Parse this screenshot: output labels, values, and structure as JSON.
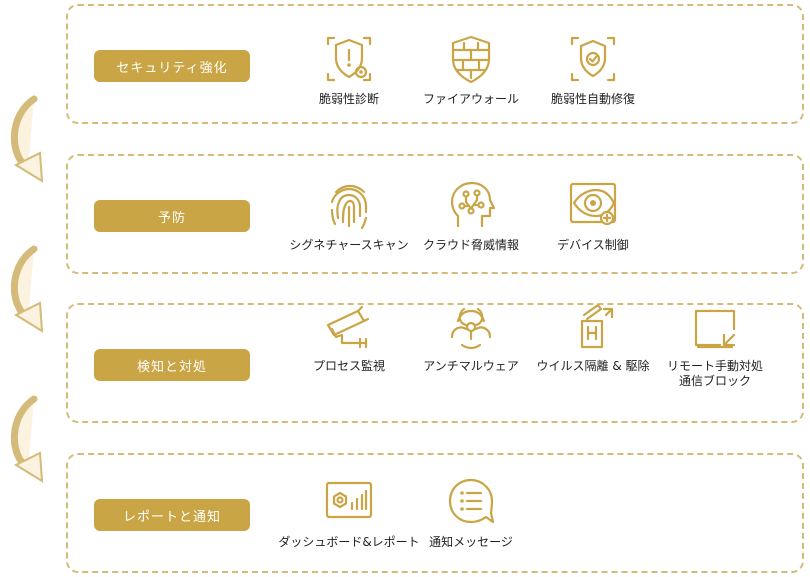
{
  "accent_color": "#c9a545",
  "border_color": "#d4bb7a",
  "sections": [
    {
      "title": "セキュリティ強化",
      "items": [
        {
          "label": "脆弱性診断",
          "icon": "shield-gear-icon"
        },
        {
          "label": "ファイアウォール",
          "icon": "firewall-shield-icon"
        },
        {
          "label": "脆弱性自動修復",
          "icon": "shield-check-icon"
        }
      ]
    },
    {
      "title": "予防",
      "items": [
        {
          "label": "シグネチャースキャン",
          "icon": "fingerprint-icon"
        },
        {
          "label": "クラウド脅威情報",
          "icon": "ai-head-icon"
        },
        {
          "label": "デバイス制御",
          "icon": "eye-scan-icon"
        }
      ]
    },
    {
      "title": "検知と対処",
      "items": [
        {
          "label": "プロセス監視",
          "icon": "security-camera-icon"
        },
        {
          "label": "アンチマルウェア",
          "icon": "biohazard-icon"
        },
        {
          "label": "ウイルス隔離 & 駆除",
          "icon": "quarantine-bin-icon"
        },
        {
          "label": "リモート手動対処",
          "label2": "通信ブロック",
          "icon": "remote-screen-icon"
        }
      ]
    },
    {
      "title": "レポートと通知",
      "items": [
        {
          "label": "ダッシュボード&レポート",
          "icon": "dashboard-icon"
        },
        {
          "label": "通知メッセージ",
          "icon": "message-bubble-icon"
        }
      ]
    }
  ]
}
